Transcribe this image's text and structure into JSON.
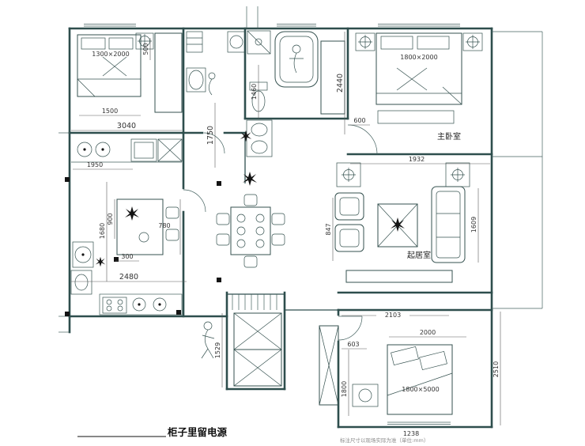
{
  "colors": {
    "line": "#2e4e4d",
    "dim_text": "#3a3a3a",
    "caption": "#111111",
    "background": "#ffffff"
  },
  "rooms": {
    "master_bedroom": "主卧室",
    "living_room": "起居室"
  },
  "beds": {
    "bed_top_left": "1300×2000",
    "bed_master": "1800×2000",
    "bed_bottom_right": "1800×5000"
  },
  "dims": {
    "d500": "500",
    "d1500": "1500",
    "d3040": "3040",
    "d1950": "1950",
    "d1680": "1680",
    "d900": "900",
    "d780": "780",
    "d300": "300",
    "d2480": "2480",
    "d1750": "1750",
    "d1460": "1460",
    "d2440": "2440",
    "d600": "600",
    "d1932": "1932",
    "d847": "847",
    "d1609": "1609",
    "d2103": "2103",
    "d1529": "1529",
    "d2000": "2000",
    "d603": "603",
    "d1800": "1800",
    "d2510": "2510",
    "d1238": "1238"
  },
  "notes": {
    "caption": "柜子里留电源",
    "footnote": "标注尺寸以现场实际为准（单位:mm）"
  }
}
